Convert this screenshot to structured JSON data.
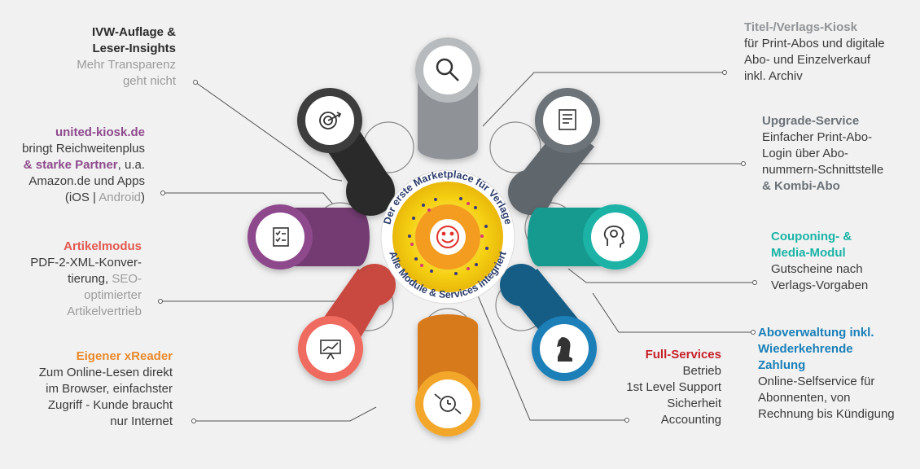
{
  "colors": {
    "background": "#f1f1f1",
    "text": "#3a3a3a",
    "muted": "#9b9b9b",
    "purple": "#8e4a8d",
    "orange": "#e9892b",
    "red_orange": "#e2584e",
    "teal": "#1ab3a6",
    "blue": "#1a7fb8",
    "red": "#c61f28",
    "gray": "#6b7278",
    "yellow": "#f5d012",
    "core_orange": "#f39c1f",
    "center_ring_text": "#2c3d6b"
  },
  "center": {
    "ring_text_top": "Der erste Marketplace für Verlage",
    "ring_text_bottom": "Alle Module & Services integriert",
    "face_icon": "smiley-icon"
  },
  "modules": [
    {
      "id": "ivw",
      "icon": "target-icon",
      "title_lines": [
        "IVW-Auflage &",
        "Leser-Insights"
      ],
      "body_lines": [],
      "note_lines": [
        "Mehr Transparenz",
        "geht nicht"
      ],
      "color": "#2b2b2b"
    },
    {
      "id": "united",
      "icon": "checklist-icon",
      "title_lines": [
        "united-kiosk.de"
      ],
      "body_lines": [
        "bringt Reichweitenplus"
      ],
      "color": "#8e4a8d"
    },
    {
      "id": "artikel",
      "icon": "chart-board-icon",
      "title_lines": [
        "Artikelmodus"
      ],
      "color": "#e2584e"
    },
    {
      "id": "xreader",
      "icon": "watch-icon",
      "title_lines": [
        "Eigener xReader"
      ],
      "body_lines": [
        "Zum Online-Lesen direkt",
        "im Browser, einfachster",
        "Zugriff - Kunde braucht",
        "nur Internet"
      ],
      "color": "#e9892b"
    },
    {
      "id": "fullservice",
      "title_lines": [
        "Full-Services"
      ],
      "body_lines": [
        "Betrieb",
        "1st Level Support",
        "Sicherheit",
        "Accounting"
      ],
      "color": "#c61f28"
    },
    {
      "id": "abo",
      "icon": "chess-knight-icon",
      "title_lines": [
        "Aboverwaltung inkl.",
        "Wiederkehrende",
        "Zahlung"
      ],
      "body_lines": [
        "Online-Selfservice für",
        "Abonnenten, von",
        "Rechnung bis Kündigung"
      ],
      "color": "#1a7fb8"
    },
    {
      "id": "coupon",
      "icon": "brain-head-icon",
      "title_lines": [
        "Couponing- &",
        "Media-Modul"
      ],
      "body_lines": [
        "Gutscheine nach",
        "Verlags-Vorgaben"
      ],
      "color": "#1ab3a6"
    },
    {
      "id": "upgrade",
      "icon": "certificate-icon",
      "title_lines": [
        "Upgrade-Service"
      ],
      "body_lines": [
        "Einfacher Print-Abo-",
        "Login über Abo-",
        "nummern-Schnittstelle"
      ],
      "bold_line": "& Kombi-Abo",
      "color": "#6b7278"
    },
    {
      "id": "titel",
      "icon": "search-icon",
      "title_lines": [
        "Titel-/Verlags-Kiosk"
      ],
      "body_lines": [
        "für Print-Abos und digitale",
        "Abo- und Einzelverkauf",
        "inkl. Archiv"
      ],
      "color": "#a7aaad"
    }
  ],
  "united_extra": {
    "bold_part": "& starke Partner",
    "rest_part": ", u.a.",
    "line3": "Amazon.de und Apps",
    "line4_a": "(iOS | ",
    "line4_b": "Android",
    ")": ")",
    "line4_c": ")"
  },
  "artikel_extra": {
    "line1": "PDF-2-XML-Konver-",
    "line2_a": "tierung, ",
    "line2_b": "SEO-",
    "line3": "optimierter",
    "line4": "Artikelvertrieb"
  }
}
